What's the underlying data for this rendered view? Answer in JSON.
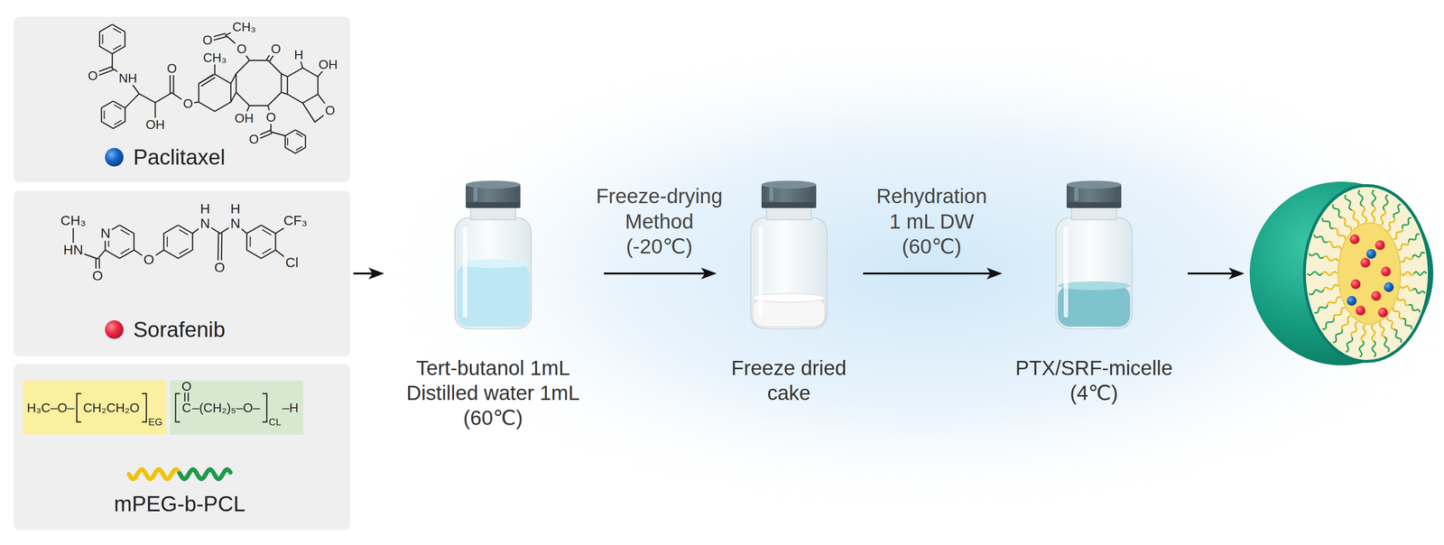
{
  "diagram": {
    "nodes": [
      {
        "text": [
          "Paclitaxel"
        ]
      },
      {
        "text": [
          "Sorafenib"
        ]
      },
      {
        "text": [
          "mPEG-b-PCL"
        ]
      },
      {
        "text": [
          "Tert-butanol 1mL Distilled water 1mL (60℃)"
        ]
      },
      {
        "text": [
          "Freeze dried cake"
        ]
      },
      {
        "text": [
          "PTX/SRF-micelle (4℃)"
        ]
      }
    ],
    "edges": [
      {
        "from": 1,
        "to": 3,
        "arrow": "to"
      },
      {
        "from": 3,
        "to": 4,
        "label": "Freeze-drying Method (-20℃)",
        "arrow": "to"
      },
      {
        "from": 4,
        "to": 5,
        "label": "Rehydration 1 mL DW (60℃)",
        "arrow": "to"
      }
    ],
    "labels": [
      "O",
      "NH",
      "OH",
      "O",
      "O",
      "CH₃",
      "O",
      "CH₃",
      "O",
      "O",
      "H",
      "OH",
      "O",
      "OH",
      "O",
      "O",
      "CH₃",
      "N",
      "HN",
      "O",
      "O",
      "H",
      "N",
      "O",
      "H",
      "N",
      "CF₃",
      "Cl",
      "H₃C–O–",
      "CH₂CH₂O",
      "EG",
      "O",
      "C",
      "–(CH₂)₅–O–",
      "CL",
      "–H"
    ]
  }
}
